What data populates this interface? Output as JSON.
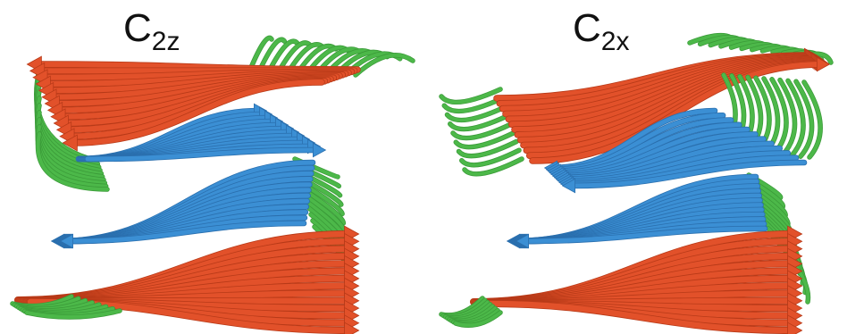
{
  "panels": [
    {
      "label_main": "C",
      "label_sub": "2z"
    },
    {
      "label_main": "C",
      "label_sub": "2x"
    }
  ],
  "colors": {
    "strand_red": "#e2512a",
    "strand_red_dark": "#b83a18",
    "strand_blue": "#3b8fd4",
    "strand_blue_dark": "#2a6fae",
    "loop_green": "#4cb849",
    "loop_green_dark": "#3a9a38"
  }
}
